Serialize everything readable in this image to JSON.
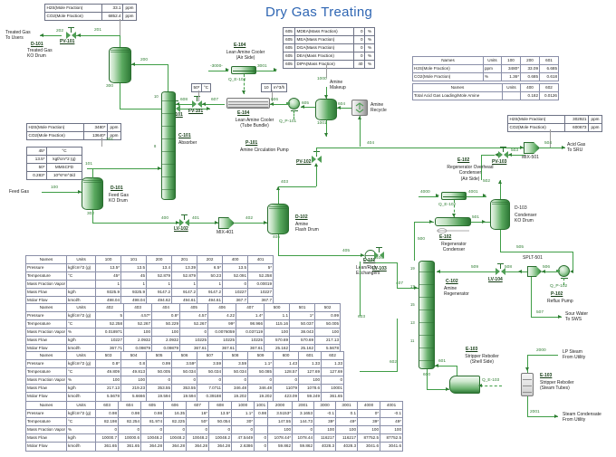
{
  "title": "Dry Gas Treating",
  "accent": "#2f66b3",
  "line_color": "#3f9d46",
  "labels": {
    "treated_gas_to_users": "Treated Gas\nTo Users",
    "feed_gas": "Feed Gas",
    "amine_makeup": "Amine\nMakeup",
    "amine_recycle": "Amine\nRecycle",
    "acid_gas_to_sru": "Acid Gas\nTo SRU",
    "sour_water_to_sws": "Sour Water\nTo SWS",
    "lp_steam_from_utility": "LP Steam\nFrom Utility",
    "steam_condensate_from_utility": "Steam Condensate\nFrom Utility"
  },
  "equipment": [
    {
      "tag": "D-101",
      "desc": "Treated Gas\nKO Drum",
      "name_id": "d-101-treated-gas-ko-drum"
    },
    {
      "tag": "C-101",
      "desc": "Absorber",
      "name_id": "c-101-absorber"
    },
    {
      "tag": "D-101",
      "desc": "Feed Gas\nKO Drum",
      "name_id": "d-101-feed-gas-ko-drum"
    },
    {
      "tag": "D-102",
      "desc": "Amine\nFlash Drum",
      "name_id": "d-102-amine-flash-drum"
    },
    {
      "tag": "E-104",
      "desc": "Lean Amine Cooler\n(Air Side)",
      "name_id": "e-104-air-side"
    },
    {
      "tag": "E-104",
      "desc": "Lean Amine Cooler\n(Tube Bundle)",
      "name_id": "e-104-tube-bundle"
    },
    {
      "tag": "P-101",
      "desc": "Amine Circulation Pump",
      "name_id": "p-101-amine-circulation-pump"
    },
    {
      "tag": "E-101",
      "desc": "Lean/Rich\nExchangers",
      "name_id": "e-101-lean-rich-exchangers"
    },
    {
      "tag": "E-102",
      "desc": "Regenerator Overhead\nCondenser\n(Air Side)",
      "name_id": "e-102-air-side"
    },
    {
      "tag": "E-102",
      "desc": "Regenerator\nCondenser",
      "name_id": "e-102-regenerator-condenser"
    },
    {
      "tag": "D-103",
      "desc": "Condenser\nKO Drum",
      "name_id": "d-103-condenser-ko-drum"
    },
    {
      "tag": "C-102",
      "desc": "Amine\nRegenerator",
      "name_id": "c-102-amine-regenerator"
    },
    {
      "tag": "E-103",
      "desc": "Stripper Reboiler\n(Shell Side)",
      "name_id": "e-103-shell-side"
    },
    {
      "tag": "E-103",
      "desc": "Stripper Reboiler\n(Steam Tubes)",
      "name_id": "e-103-steam-tubes"
    },
    {
      "tag": "P-102",
      "desc": "Reflux Pump",
      "name_id": "p-102-reflux-pump"
    },
    {
      "tag": "MIX-401",
      "desc": "",
      "name_id": "mix-401"
    },
    {
      "tag": "MIX-501",
      "desc": "",
      "name_id": "mix-501"
    },
    {
      "tag": "SPLT-501",
      "desc": "",
      "name_id": "splt-501"
    },
    {
      "tag": "PV-101",
      "desc": "",
      "name_id": "pv-101"
    },
    {
      "tag": "PV-102",
      "desc": "",
      "name_id": "pv-102"
    },
    {
      "tag": "PV-103",
      "desc": "",
      "name_id": "pv-103"
    },
    {
      "tag": "LV-101",
      "desc": "",
      "name_id": "lv-101"
    },
    {
      "tag": "LV-102",
      "desc": "",
      "name_id": "lv-102"
    },
    {
      "tag": "LV-103",
      "desc": "",
      "name_id": "lv-103"
    },
    {
      "tag": "LV-104",
      "desc": "",
      "name_id": "lv-104"
    },
    {
      "tag": "FV-101",
      "desc": "",
      "name_id": "fv-101"
    }
  ],
  "energy_streams": [
    "Q_E-104",
    "Q_P-101",
    "Q_E-102",
    "Q_P-102",
    "Q_E-103"
  ],
  "stream_numbers": [
    "100",
    "101",
    "200",
    "201",
    "202",
    "300",
    "301",
    "302",
    "303",
    "400",
    "401",
    "402",
    "403",
    "404",
    "405",
    "406",
    "407",
    "500",
    "501",
    "502",
    "503",
    "504",
    "505",
    "506",
    "507",
    "508",
    "509",
    "600",
    "601",
    "602",
    "603",
    "604",
    "605",
    "606",
    "607",
    "608",
    "1000",
    "1001",
    "2000",
    "2001",
    "3000",
    "3001",
    "4000",
    "4001"
  ],
  "top_box_treated": {
    "rows": [
      {
        "label": "H2S(Mole Fraction)",
        "value": "33.1",
        "unit": "ppm"
      },
      {
        "label": "CO2(Mole Fraction)",
        "value": "6852.4",
        "unit": "ppm"
      }
    ]
  },
  "amine_comp_box": {
    "rows": [
      {
        "stream": "605",
        "label": "MDEA(Mass Fraction)",
        "value": "0",
        "unit": "%"
      },
      {
        "stream": "605",
        "label": "MEA(Mass Fraction)",
        "value": "0",
        "unit": "%"
      },
      {
        "stream": "605",
        "label": "DGA(Mass Fraction)",
        "value": "0",
        "unit": "%"
      },
      {
        "stream": "605",
        "label": "DEA(Mass Fraction)",
        "value": "0",
        "unit": "%"
      },
      {
        "stream": "605",
        "label": "DIPA(Mass Fraction)",
        "value": "40",
        "unit": "%"
      }
    ]
  },
  "feed_spec_box": {
    "rows": [
      {
        "label": "H2S(Mole Fraction)",
        "value": "3480*",
        "unit": "ppm"
      },
      {
        "label": "CO2(Mole Fraction)",
        "value": "13640*",
        "unit": "ppm"
      }
    ]
  },
  "feed_cond_box": {
    "rows": [
      {
        "value": "45*",
        "unit": "°C"
      },
      {
        "value": "13.5*",
        "unit": "kgf/cm^2 (g)"
      },
      {
        "value": "50*",
        "unit": "MMSCFD"
      },
      {
        "value": "0.283*",
        "unit": "10^6*m^3/d"
      }
    ]
  },
  "small_labels": {
    "temp_50": {
      "value": "50*",
      "unit": "°C"
    },
    "flow_10": {
      "value": "10",
      "unit": "m^3/h"
    }
  },
  "summary_tables": [
    {
      "name_id": "summary-h2s-co2-100-200-601",
      "headers": [
        "Names",
        "Units",
        "100",
        "200",
        "601"
      ],
      "rows": [
        [
          "H2S(Mole Fraction)",
          "ppm",
          "3480*",
          "33.09",
          "6.685"
        ],
        [
          "CO2(Mole Fraction)",
          "%",
          "1.36*",
          "0.685",
          "0.618"
        ]
      ]
    },
    {
      "name_id": "summary-acid-gas-loading",
      "headers": [
        "Names",
        "Units",
        "400",
        "602"
      ],
      "rows": [
        [
          "Total Acid Gas Loading/Mole Amine",
          "",
          "0.182",
          "0.0126"
        ]
      ]
    }
  ],
  "acid_gas_box": {
    "rows": [
      {
        "label": "H2S(Mole Fraction)",
        "value": "302921",
        "unit": "ppm"
      },
      {
        "label": "CO2(Mole Fraction)",
        "value": "600673",
        "unit": "ppm"
      }
    ]
  },
  "chart_data": {
    "type": "table",
    "title": "Stream Property Tables",
    "row_labels": [
      "Names",
      "Pressure",
      "Temperature",
      "Mass Fraction Vapor",
      "Mass Flow",
      "Molar Flow"
    ],
    "row_units": [
      "Units",
      "kgf/cm^2 (g)",
      "°C",
      "%",
      "kg/h",
      "kmol/h"
    ],
    "blocks": [
      {
        "name_id": "table-block-1",
        "columns": [
          "100",
          "101",
          "200",
          "201",
          "202",
          "400",
          "401"
        ],
        "rows": [
          {
            "label": "Pressure",
            "units": "kgf/cm^2 (g)",
            "values": [
              "13.5*",
              "13.5",
              "13.4",
              "13.39",
              "6.5*",
              "13.5",
              "5*"
            ]
          },
          {
            "label": "Temperature",
            "units": "°C",
            "values": [
              "45*",
              "45",
              "52.879",
              "52.879",
              "50.23",
              "52.091",
              "52.258"
            ]
          },
          {
            "label": "Mass Fraction Vapor",
            "units": "",
            "values": [
              "1",
              "1",
              "1",
              "1",
              "1",
              "0",
              "0.00019"
            ]
          },
          {
            "label": "Mass Flow",
            "units": "kg/h",
            "values": [
              "9325.9",
              "9325.9",
              "9147.2",
              "9147.2",
              "9147.2",
              "10227",
              "10227"
            ]
          },
          {
            "label": "Molar Flow",
            "units": "kmol/h",
            "values": [
              "498.04",
              "498.04",
              "494.62",
              "494.61",
              "494.61",
              "367.7",
              "367.7"
            ]
          }
        ]
      },
      {
        "name_id": "table-block-2",
        "columns": [
          "402",
          "403",
          "404",
          "405",
          "406",
          "407",
          "500",
          "501",
          "502"
        ],
        "rows": [
          {
            "label": "Pressure",
            "units": "kgf/cm^2 (g)",
            "values": [
              "5",
              "4.57*",
              "0.8*",
              "4.57",
              "4.22",
              "1.4*",
              "1.1",
              "1*",
              "0.99"
            ]
          },
          {
            "label": "Temperature",
            "units": "°C",
            "values": [
              "52.258",
              "52.267",
              "50.229",
              "52.267",
              "99*",
              "98.966",
              "115.16",
              "50.037",
              "50.005"
            ]
          },
          {
            "label": "Mass Fraction Vapor",
            "units": "%",
            "values": [
              "0.018971",
              "100",
              "100",
              "0",
              "0.0076059",
              "0.037119",
              "100",
              "38.043",
              "100"
            ]
          },
          {
            "label": "Mass Flow",
            "units": "kg/h",
            "values": [
              "10227",
              "2.0932",
              "2.0932",
              "10225",
              "10225",
              "10225",
              "570.69",
              "570.69",
              "217.13"
            ]
          },
          {
            "label": "Molar Flow",
            "units": "kmol/h",
            "values": [
              "367.71",
              "0.09879",
              "0.09879",
              "367.61",
              "367.61",
              "367.61",
              "25.162",
              "25.162",
              "5.5678"
            ]
          }
        ]
      },
      {
        "name_id": "table-block-3",
        "columns": [
          "503",
          "504",
          "505",
          "506",
          "507",
          "508",
          "509",
          "600",
          "601",
          "602"
        ],
        "rows": [
          {
            "label": "Pressure",
            "units": "kgf/cm^2 (g)",
            "values": [
              "0.8*",
              "0.8",
              "0.99",
              "3.59*",
              "3.59",
              "3.59",
              "1.1*",
              "1.43",
              "1.33",
              "1.33"
            ]
          },
          {
            "label": "Temperature",
            "units": "°C",
            "values": [
              "49.809",
              "49.813",
              "50.005",
              "50.034",
              "50.034",
              "50.034",
              "50.085",
              "128.57",
              "127.69",
              "127.69"
            ]
          },
          {
            "label": "Mass Fraction Vapor",
            "units": "%",
            "values": [
              "100",
              "100",
              "0",
              "0",
              "0",
              "0",
              "0",
              "0",
              "100",
              "0"
            ]
          },
          {
            "label": "Mass Flow",
            "units": "kg/h",
            "values": [
              "217.13",
              "219.23",
              "353.55",
              "353.55",
              "7.0711",
              "346.48",
              "346.48",
              "11079",
              "1078.6",
              "10001"
            ]
          },
          {
            "label": "Molar Flow",
            "units": "kmol/h",
            "values": [
              "5.5678",
              "5.6666",
              "19.594",
              "19.594",
              "0.39188",
              "19.202",
              "19.202",
              "423.09",
              "59.249",
              "361.65"
            ]
          }
        ]
      },
      {
        "name_id": "table-block-4",
        "columns": [
          "603",
          "604",
          "605",
          "606",
          "607",
          "608",
          "1000",
          "1001",
          "2000",
          "2001",
          "3000",
          "3001",
          "4000",
          "4001"
        ],
        "rows": [
          {
            "label": "Pressure",
            "units": "kgf/cm^2 (g)",
            "values": [
              "0.98",
              "0.98",
              "0.98",
              "16.35",
              "16*",
              "13.5*",
              "1.1*",
              "0.98",
              "3.5153*",
              "3.1653",
              "-0.1",
              "0.1",
              "0*",
              "-0.1"
            ]
          },
          {
            "label": "Temperature",
            "units": "°C",
            "values": [
              "82.198",
              "82.254",
              "81.974",
              "82.225",
              "50*",
              "50.054",
              "30*",
              "",
              "147.55",
              "144.73",
              "39*",
              "49*",
              "39*",
              "49*"
            ]
          },
          {
            "label": "Mass Fraction Vapor",
            "units": "%",
            "values": [
              "0",
              "0",
              "0",
              "0",
              "0",
              "0",
              "0",
              "",
              "100",
              "0",
              "100",
              "100",
              "100",
              "100"
            ]
          },
          {
            "label": "Mass Flow",
            "units": "kg/h",
            "values": [
              "10000.7",
              "10000.6",
              "10048.2",
              "10048.2",
              "10048.2",
              "10048.2",
              "47.5449",
              "0",
              "1078.44*",
              "1078.44",
              "116217",
              "116217",
              "87752.5",
              "87752.5"
            ]
          },
          {
            "label": "Molar Flow",
            "units": "kmol/h",
            "values": [
              "361.65",
              "361.65",
              "364.28",
              "364.28",
              "364.28",
              "364.28",
              "2.6386",
              "0",
              "59.862",
              "59.862",
              "4028.3",
              "4028.3",
              "3041.6",
              "3041.6"
            ]
          }
        ]
      }
    ]
  }
}
